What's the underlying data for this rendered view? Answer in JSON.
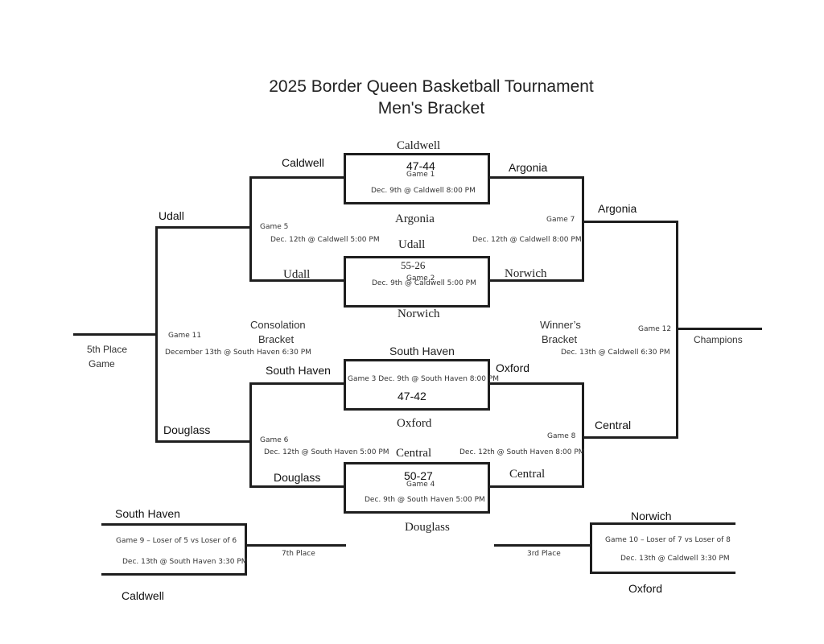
{
  "title": {
    "line1": "2025 Border Queen Basketball Tournament",
    "line2": "Men's Bracket"
  },
  "games": {
    "g1": {
      "score": "47-44",
      "label": "Game 1",
      "date": "Dec. 9th @ Caldwell 8:00 PM",
      "top_team": "Caldwell",
      "bottom_team": "Argonia",
      "winner": "Argonia",
      "loser": "Caldwell"
    },
    "g2": {
      "score": "55-26",
      "label": "Game 2",
      "date": "Dec. 9th @ Caldwell 5:00 PM",
      "top_team": "Udall",
      "bottom_team": "Norwich",
      "winner": "Norwich",
      "loser": "Udall"
    },
    "g3": {
      "score": "47-42",
      "label_date": "Game 3 Dec. 9th @ South Haven 8:00 PM",
      "top_team": "South Haven",
      "bottom_team": "Oxford",
      "winner": "Oxford",
      "loser": "South Haven"
    },
    "g4": {
      "score": "50-27",
      "label": "Game 4",
      "date": "Dec. 9th @ South Haven 5:00 PM",
      "top_team": "Central",
      "bottom_team": "Douglass",
      "winner": "Central",
      "loser": "Douglass"
    },
    "g5": {
      "label": "Game 5",
      "date": "Dec. 12th @ Caldwell 5:00 PM",
      "winner": "Udall"
    },
    "g6": {
      "label": "Game 6",
      "date": "Dec. 12th @ South Haven 5:00 PM",
      "winner": "Douglass"
    },
    "g7": {
      "label": "Game 7",
      "date": "Dec. 12th @ Caldwell 8:00 PM",
      "winner": "Argonia"
    },
    "g8": {
      "label": "Game 8",
      "date": "Dec. 12th @ South Haven 8:00 PM",
      "winner": "Central"
    },
    "g9": {
      "matchup": "Game 9 – Loser of 5 vs Loser of 6",
      "date": "Dec. 13th @ South Haven 3:30 PM",
      "top_team": "South Haven",
      "bottom_team": "Caldwell",
      "result_label": "7th Place"
    },
    "g10": {
      "matchup": "Game 10 – Loser of 7 vs Loser of 8",
      "date": "Dec. 13th @ Caldwell 3:30 PM",
      "top_team": "Norwich",
      "bottom_team": "Oxford",
      "result_label": "3rd Place"
    },
    "g11": {
      "label": "Game 11",
      "date": "December 13th @ South Haven 6:30 PM",
      "result_line1": "5th Place",
      "result_line2": "Game"
    },
    "g12": {
      "label": "Game 12",
      "date": "Dec. 13th @ Caldwell 6:30 PM",
      "result_label": "Champions"
    }
  },
  "sections": {
    "consolation_line1": "Consolation",
    "consolation_line2": "Bracket",
    "winners_line1": "Winner’s",
    "winners_line2": "Bracket"
  }
}
